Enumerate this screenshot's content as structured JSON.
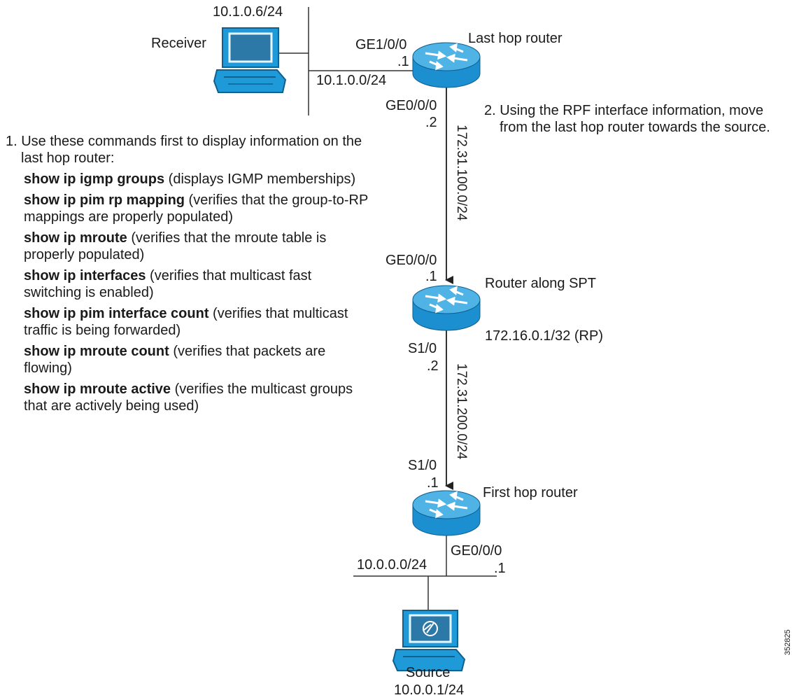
{
  "receiver": {
    "label": "Receiver",
    "address": "10.1.0.6/24"
  },
  "last_hop": {
    "label": "Last hop router",
    "if_in_name": "GE1/0/0",
    "if_in_host": ".1",
    "lan": "10.1.0.0/24",
    "if_out_name": "GE0/0/0",
    "if_out_host": ".2"
  },
  "link_top": {
    "network": "172.31.100.0/24"
  },
  "spt_router": {
    "label": "Router along SPT",
    "address": "172.16.0.1/32 (RP)",
    "if_up_name": "GE0/0/0",
    "if_up_host": ".1",
    "if_down_name": "S1/0",
    "if_down_host": ".2"
  },
  "link_bottom": {
    "network": "172.31.200.0/24"
  },
  "first_hop": {
    "label": "First hop router",
    "if_up_name": "S1/0",
    "if_up_host": ".1",
    "if_lan_name": "GE0/0/0",
    "if_lan_host": ".1",
    "lan": "10.0.0.0/24"
  },
  "source": {
    "label": "Source",
    "address": "10.0.0.1/24"
  },
  "step1": {
    "intro": "1. Use these commands first to display information on the last hop router:",
    "commands": [
      {
        "cmd": "show ip igmp groups",
        "desc": " (displays IGMP memberships)"
      },
      {
        "cmd": "show ip pim rp mapping",
        "desc": " (verifies that the group-to-RP mappings are properly populated)"
      },
      {
        "cmd": "show ip mroute",
        "desc": " (verifies that the mroute table is properly populated)"
      },
      {
        "cmd": "show ip interfaces",
        "desc": " (verifies that multicast fast switching is enabled)"
      },
      {
        "cmd": "show ip pim interface count",
        "desc": " (verifies that multicast traffic is being forwarded)"
      },
      {
        "cmd": "show ip mroute count",
        "desc": " (verifies that packets are flowing)"
      },
      {
        "cmd": "show ip mroute active",
        "desc": " (verifies the multicast groups that are actively being used)"
      }
    ]
  },
  "step2": {
    "text": "2. Using the RPF interface information, move from the last hop router towards the source."
  },
  "figure_id": "352825",
  "colors": {
    "router_top": "#4fb3e6",
    "router_side": "#1b8fcf",
    "terminal_body": "#1e9ad9",
    "line": "#333333"
  }
}
